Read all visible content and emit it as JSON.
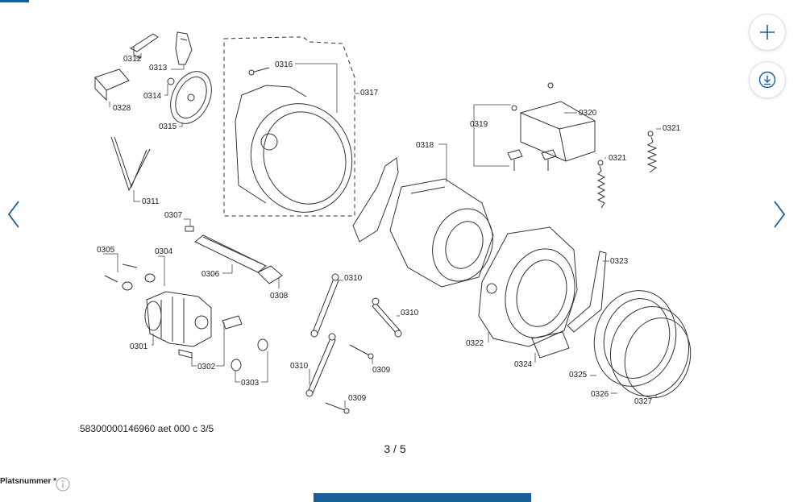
{
  "diagram": {
    "labels": {
      "p0301": "0301",
      "p0302": "0302",
      "p0303": "0303",
      "p0304": "0304",
      "p0305": "0305",
      "p0306": "0306",
      "p0307": "0307",
      "p0308": "0308",
      "p0309a": "0309",
      "p0309b": "0309",
      "p0310a": "0310",
      "p0310b": "0310",
      "p0310c": "0310",
      "p0311": "0311",
      "p0312": "0312",
      "p0313": "0313",
      "p0314": "0314",
      "p0315": "0315",
      "p0316": "0316",
      "p0317": "0317",
      "p0318": "0318",
      "p0319": "0319",
      "p0320": "0320",
      "p0321a": "0321",
      "p0321b": "0321",
      "p0322": "0322",
      "p0323": "0323",
      "p0324": "0324",
      "p0325": "0325",
      "p0326": "0326",
      "p0327": "0327",
      "p0328": "0328"
    }
  },
  "toolbar": {
    "zoom_icon": "plus-icon",
    "download_icon": "download-icon"
  },
  "navigation": {
    "prev_icon": "chevron-left-icon",
    "next_icon": "chevron-right-icon"
  },
  "document": {
    "id_text": "58300000146960 aet 000 c 3/5"
  },
  "pager": {
    "text": "3 / 5"
  },
  "form": {
    "field_label": "Platsnummer *",
    "info_icon": "info-icon"
  },
  "colors": {
    "accent": "#1b5f96",
    "top_tab": "#1b5f96"
  }
}
